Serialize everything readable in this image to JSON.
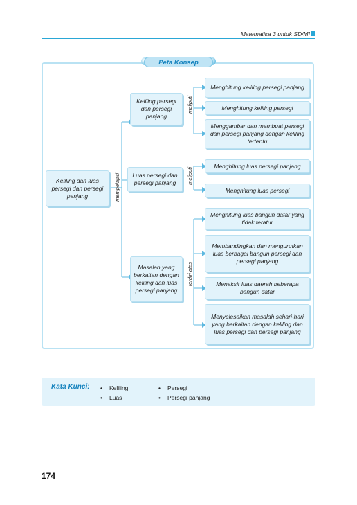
{
  "header": {
    "text": "Matematika 3 untuk SD/MI"
  },
  "concept_map": {
    "title": "Peta Konsep",
    "root": "Keliling dan luas persegi dan persegi panjang",
    "root_link": "mempelajari",
    "branches": [
      {
        "label": "Keliling persegi dan persegi panjang",
        "link": "meliputi",
        "items": [
          "Menghitung keliling persegi panjang",
          "Menghitung keliling persegi",
          "Menggambar dan membuat persegi dan persegi panjang dengan keliling tertentu"
        ]
      },
      {
        "label": "Luas persegi dan persegi panjang",
        "link": "meliputi",
        "items": [
          "Menghitung luas persegi panjang",
          "Menghitung luas persegi"
        ]
      },
      {
        "label": "Masalah yang berkaitan dengan keliling dan luas persegi panjang",
        "link": "terdiri atas",
        "items": [
          "Menghitung luas bangun datar yang tidak teratur",
          "Membandingkan dan mengurutkan luas berbagai bangun persegi dan persegi panjang",
          "Menaksir luas daerah beberapa bangun datar",
          "Menyelesaikan masalah sehari-hari yang berkaitan dengan keliling dan luas persegi dan persegi panjang"
        ]
      }
    ]
  },
  "kata_kunci": {
    "title": "Kata Kunci:",
    "col1": [
      "Keliling",
      "Luas"
    ],
    "col2": [
      "Persegi",
      "Persegi panjang"
    ]
  },
  "page_number": "174",
  "colors": {
    "accent": "#2aa7d6",
    "box_fill": "#e2f3fb",
    "title_blue": "#1683be"
  }
}
